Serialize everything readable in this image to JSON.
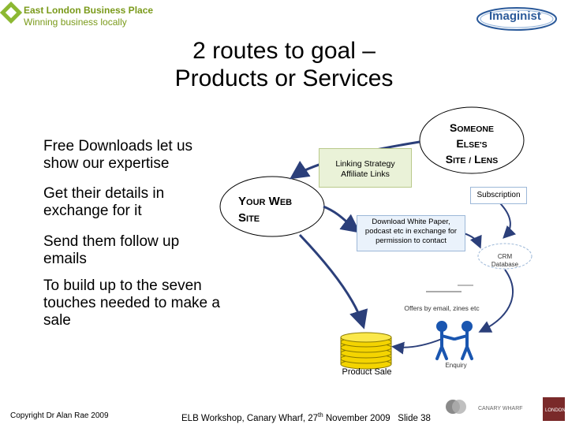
{
  "header": {
    "elbp_title": "East London Business Place",
    "elbp_tagline": "Winning business locally",
    "imaginist_logo": "Imaginist"
  },
  "slide": {
    "title_line1": "2 routes to goal –",
    "title_line2": "Products or Services"
  },
  "bullets": [
    "Free Downloads let us show our expertise",
    "Get their details in exchange for it",
    "Send them follow up emails",
    "To build up to the seven touches needed to make a sale"
  ],
  "diagram": {
    "your_web_site": {
      "word1_cap": "Y",
      "word1_rest": "OUR",
      "word2_cap": "W",
      "word2_rest": "EB",
      "word3_cap": "S",
      "word3_rest": "ITE"
    },
    "someone_else": {
      "w1_cap": "S",
      "w1_rest": "OMEONE",
      "w2_cap": "E",
      "w2_rest": "LSE'S",
      "w3_cap": "S",
      "w3_rest": "ITE",
      "slash": "/",
      "w4_cap": "L",
      "w4_rest": "ENS"
    },
    "linking_strategy": "Linking Strategy",
    "affiliate_links": "Affiliate Links",
    "subscription": "Subscription",
    "download_line1": "Download White Paper,",
    "download_line2": "podcast etc in exchange for",
    "download_line3": "permission to contact",
    "crm_line1": "CRM",
    "crm_line2": "Database",
    "offers": "Offers by email, zines etc",
    "enquiry": "Enquiry",
    "product_sale": "Product Sale"
  },
  "footer": {
    "copyright": "Copyright Dr Alan Rae 2009",
    "event_prefix": "ELB Workshop, Canary Wharf, 27",
    "event_sup": "th",
    "event_suffix": " November 2009",
    "slide_no": "Slide 38",
    "partner_logo_1": "CANARY WHARF",
    "partner_logo_2": "LONDON"
  },
  "colors": {
    "arrow": "#2b3f7a",
    "coin": "#f4d400",
    "box_blue": "#9db8d8",
    "box_green": "#eaf2d8",
    "elbp_green": "#7a9a1a",
    "imaginist_blue": "#2b5a9a"
  }
}
